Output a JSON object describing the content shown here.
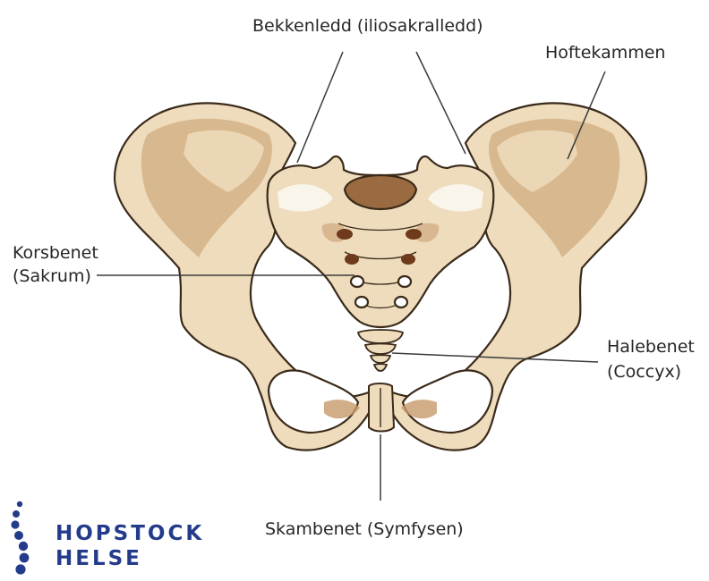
{
  "labels": {
    "sacroiliac_joint": "Bekkenledd (iliosakralledd)",
    "iliac_crest": "Hoftekammen",
    "sacrum_line1": "Korsbenet",
    "sacrum_line2": "(Sakrum)",
    "coccyx_line1": "Halebenet",
    "coccyx_line2": "(Coccyx)",
    "symphysis": "Skambenet (Symfysen)"
  },
  "logo": {
    "line1": "HOPSTOCK",
    "line2": "HELSE",
    "color": "#233b8a",
    "dots_color": "#233b8a"
  },
  "colors": {
    "bone": "#eedcbc",
    "bone_shade": "#d8b88f",
    "bone_dark": "#b38a5d",
    "outline": "#3a2a1a",
    "cavity": "#7a4a2b",
    "leader": "#3a3a3a"
  }
}
